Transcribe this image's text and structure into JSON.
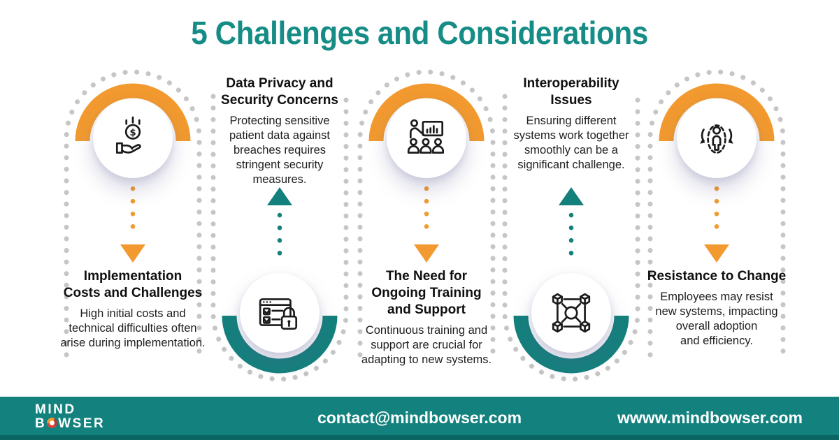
{
  "title": "5 Challenges and Considerations",
  "items": [
    {
      "heading": "Implementation\nCosts and Challenges",
      "body": "High initial costs and\ntechnical difficulties often\narise during implementation.",
      "icon": "money-hand-icon",
      "accent": "orange",
      "layout": "icon-top"
    },
    {
      "heading": "Data Privacy and\nSecurity Concerns",
      "body": "Protecting sensitive\npatient data against\nbreaches requires\nstringent security\nmeasures.",
      "icon": "secure-checklist-icon",
      "accent": "teal",
      "layout": "icon-bottom"
    },
    {
      "heading": "The Need for\nOngoing  Training\nand Support",
      "body": "Continuous training and\nsupport are crucial for\nadapting to new systems.",
      "icon": "training-presentation-icon",
      "accent": "orange",
      "layout": "icon-top"
    },
    {
      "heading": "Interoperability\nIssues",
      "body": "Ensuring different\nsystems work together\nsmoothly can be a\nsignificant challenge.",
      "icon": "interoperability-network-icon",
      "accent": "teal",
      "layout": "icon-bottom"
    },
    {
      "heading": "Resistance to Change",
      "body": "Employees may resist\nnew systems, impacting\noverall adoption\nand efficiency.",
      "icon": "resistance-person-icon",
      "accent": "orange",
      "layout": "icon-top"
    }
  ],
  "footer": {
    "logo": {
      "line1": "MIND",
      "line2_prefix": "B",
      "line2_suffix": "WSER"
    },
    "email": "contact@mindbowser.com",
    "website": "wwww.mindbowser.com"
  },
  "colors": {
    "orange": "#F29A2F",
    "teal": "#13807C",
    "title_teal": "#158C86",
    "footer_bg": "#13827E",
    "footer_dark": "#0B6663",
    "dot_gray": "#C6C6C6"
  }
}
